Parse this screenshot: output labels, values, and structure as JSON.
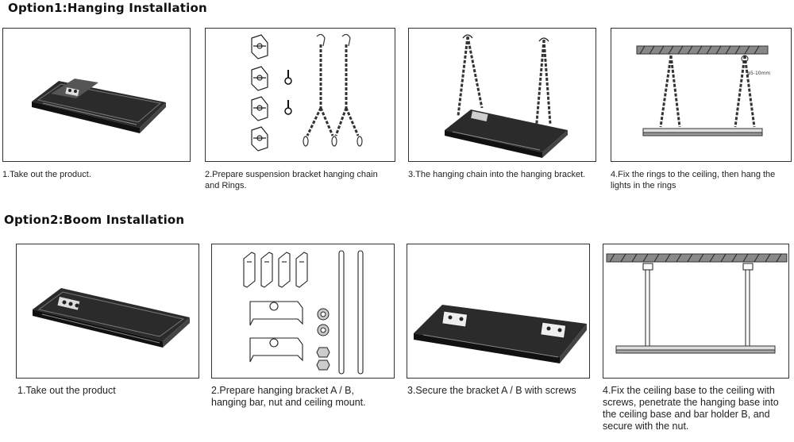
{
  "option1": {
    "heading": "Option1:Hanging Installation",
    "steps": [
      {
        "lines": [
          "1.Take out the product."
        ]
      },
      {
        "lines": [
          "2.Prepare  suspension bracket hanging chain",
          "  and  Rings."
        ]
      },
      {
        "lines": [
          "3.The hanging chain into the hanging bracket."
        ]
      },
      {
        "lines": [
          "4.Fix the rings to the ceiling, then hang the",
          "  lights in the rings"
        ]
      }
    ],
    "ring_annotation": "φ5-10mm"
  },
  "option2": {
    "heading": "Option2:Boom Installation",
    "steps": [
      {
        "lines": [
          "1.Take out the product"
        ]
      },
      {
        "lines": [
          "2.Prepare hanging bracket A / B,",
          "hanging bar, nut and ceiling mount."
        ]
      },
      {
        "lines": [
          "3.Secure the bracket A / B with screws"
        ]
      },
      {
        "lines": [
          "4.Fix the ceiling base to the ceiling with",
          "  screws, penetrate the hanging base into",
          "  the ceiling base and bar holder B, and",
          "  secure with the nut."
        ]
      }
    ]
  }
}
